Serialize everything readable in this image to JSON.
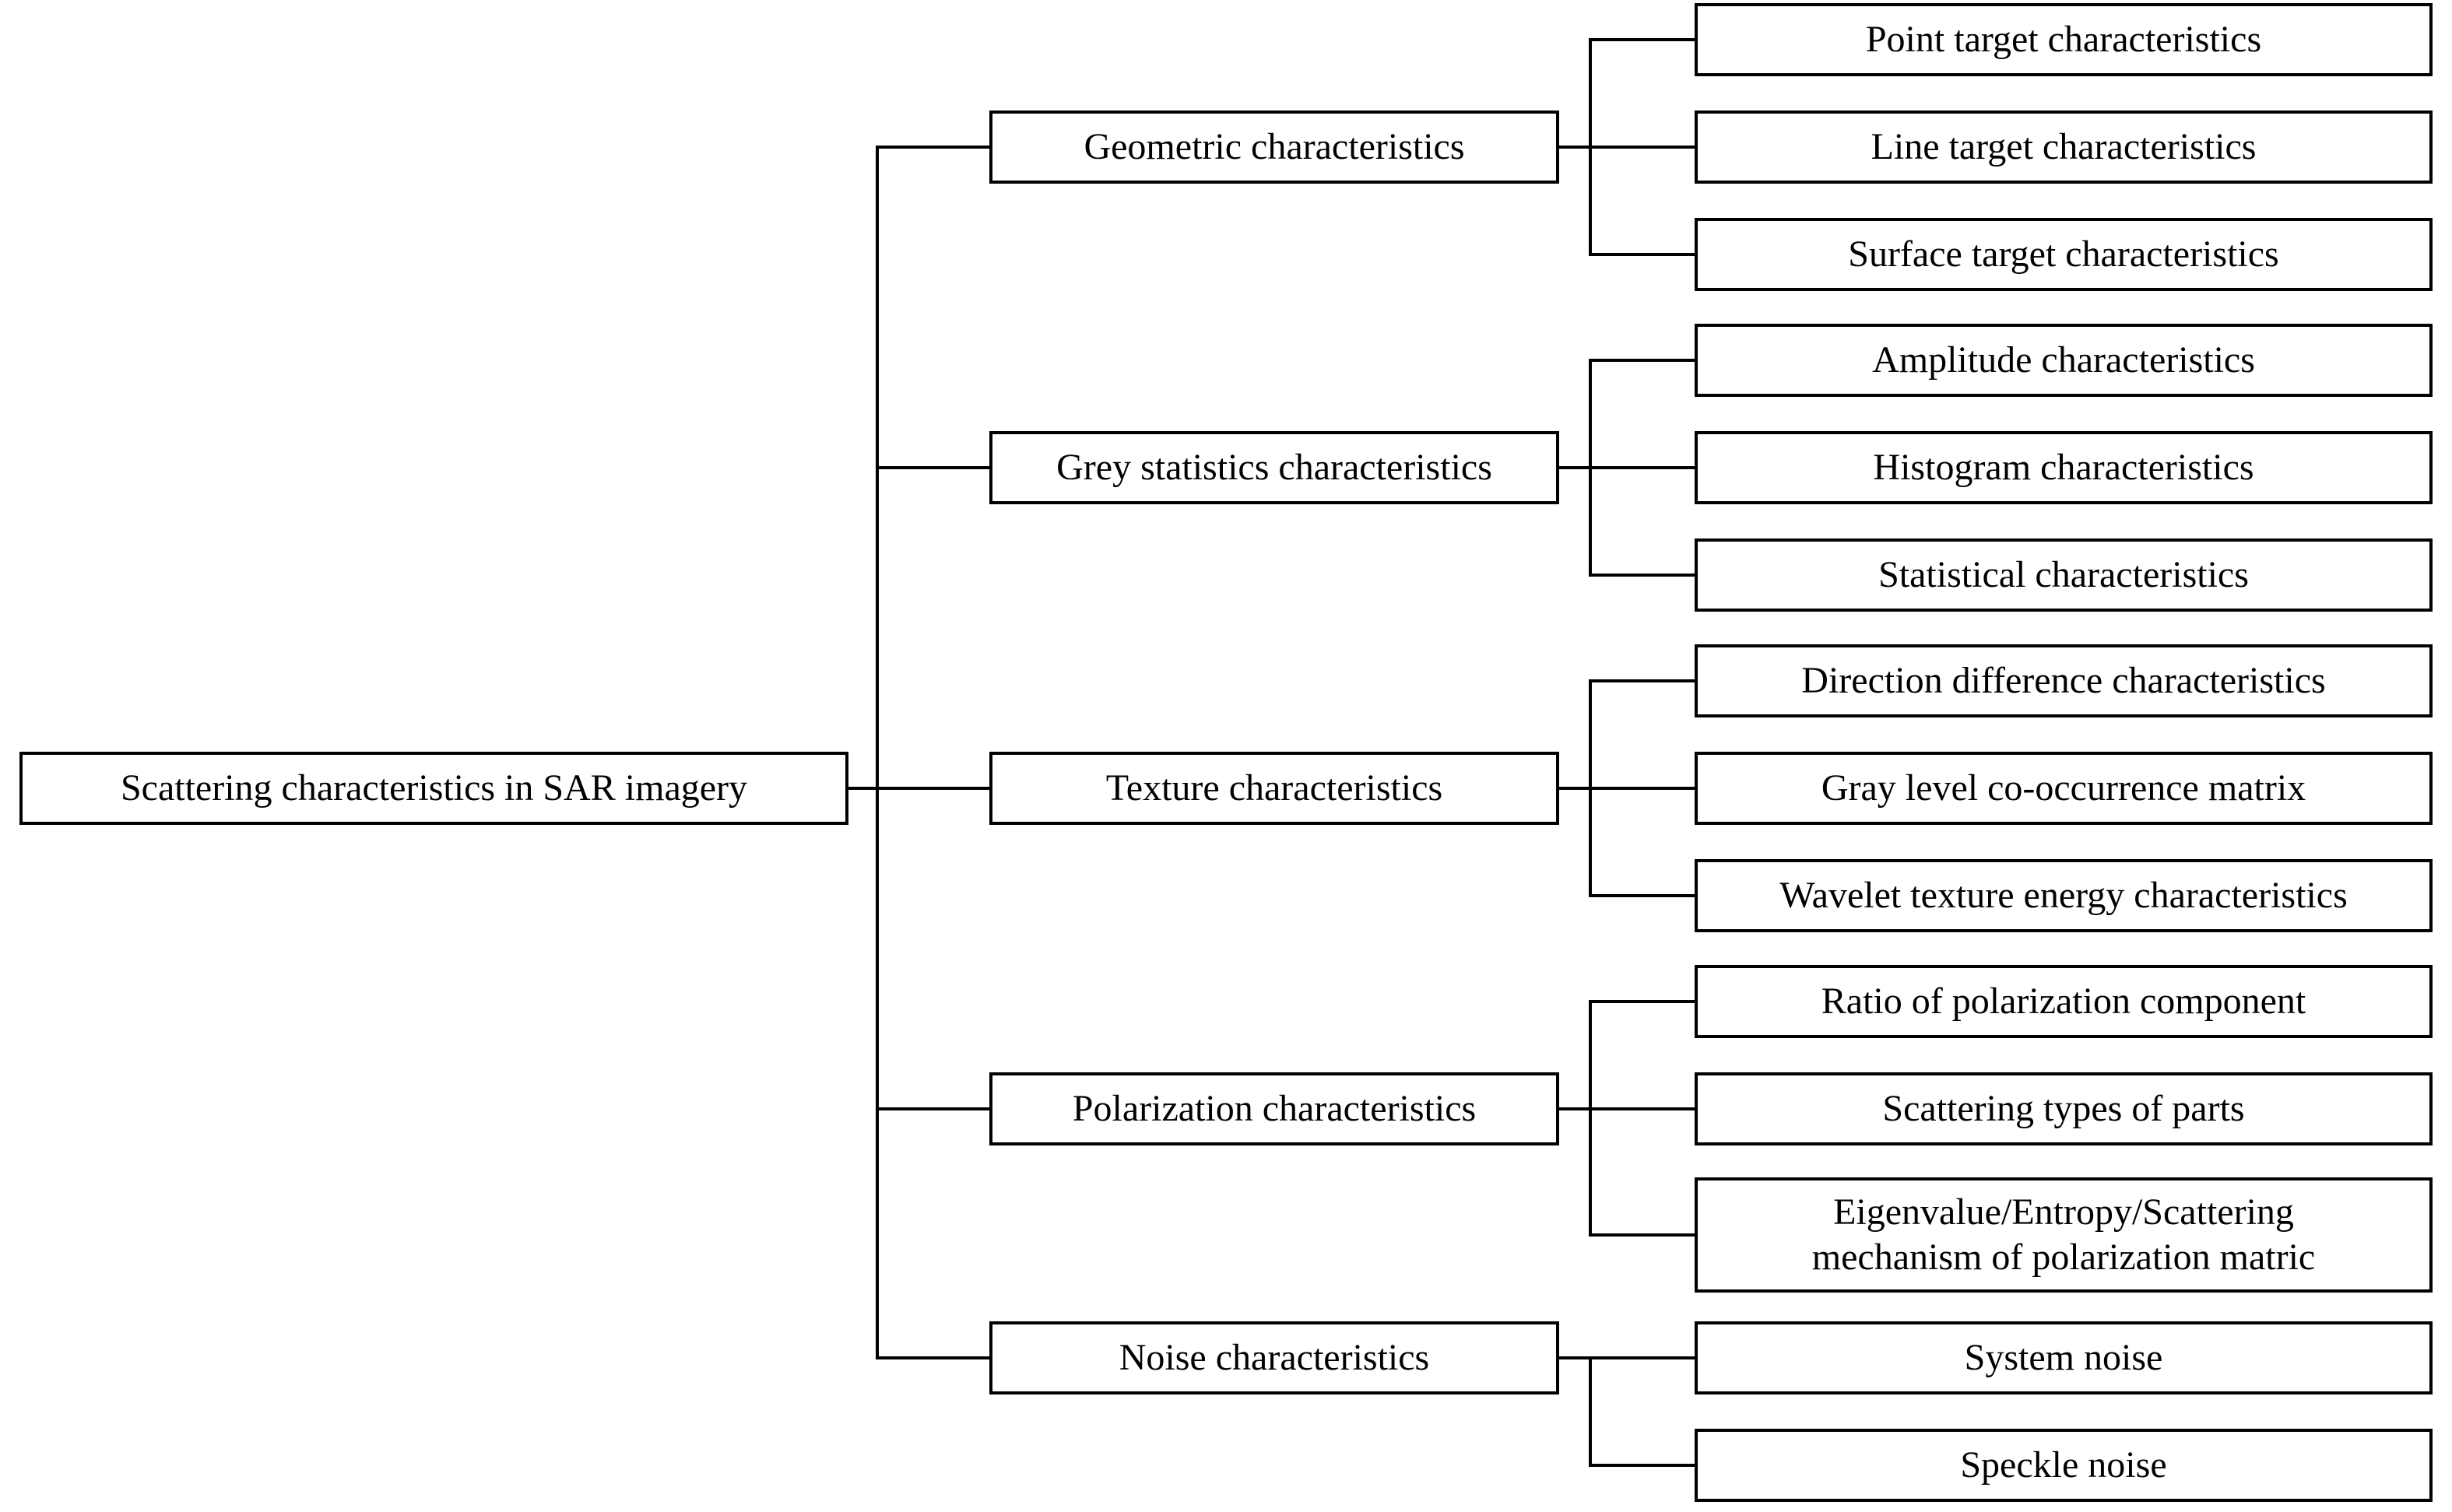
{
  "diagram": {
    "root": {
      "label": "Scattering characteristics in SAR imagery"
    },
    "branches": [
      {
        "label": "Geometric characteristics",
        "children": [
          {
            "label": "Point target characteristics"
          },
          {
            "label": "Line target characteristics"
          },
          {
            "label": "Surface target characteristics"
          }
        ]
      },
      {
        "label": "Grey statistics characteristics",
        "children": [
          {
            "label": "Amplitude characteristics"
          },
          {
            "label": "Histogram characteristics"
          },
          {
            "label": "Statistical characteristics"
          }
        ]
      },
      {
        "label": "Texture characteristics",
        "children": [
          {
            "label": "Direction difference characteristics"
          },
          {
            "label": "Gray level co-occurrence matrix"
          },
          {
            "label": "Wavelet texture energy characteristics"
          }
        ]
      },
      {
        "label": "Polarization characteristics",
        "children": [
          {
            "label": "Ratio of polarization component"
          },
          {
            "label": "Scattering types of parts"
          },
          {
            "label": "Eigenvalue/Entropy/Scattering mechanism of polarization matric",
            "lines": [
              "Eigenvalue/Entropy/Scattering",
              "mechanism of polarization matric"
            ]
          }
        ]
      },
      {
        "label": "Noise characteristics",
        "children": [
          {
            "label": "System noise"
          },
          {
            "label": "Speckle noise"
          }
        ]
      }
    ],
    "colors": {
      "background": "#ffffff",
      "line": "#000000",
      "text": "#000000",
      "box_fill": "#ffffff"
    }
  }
}
